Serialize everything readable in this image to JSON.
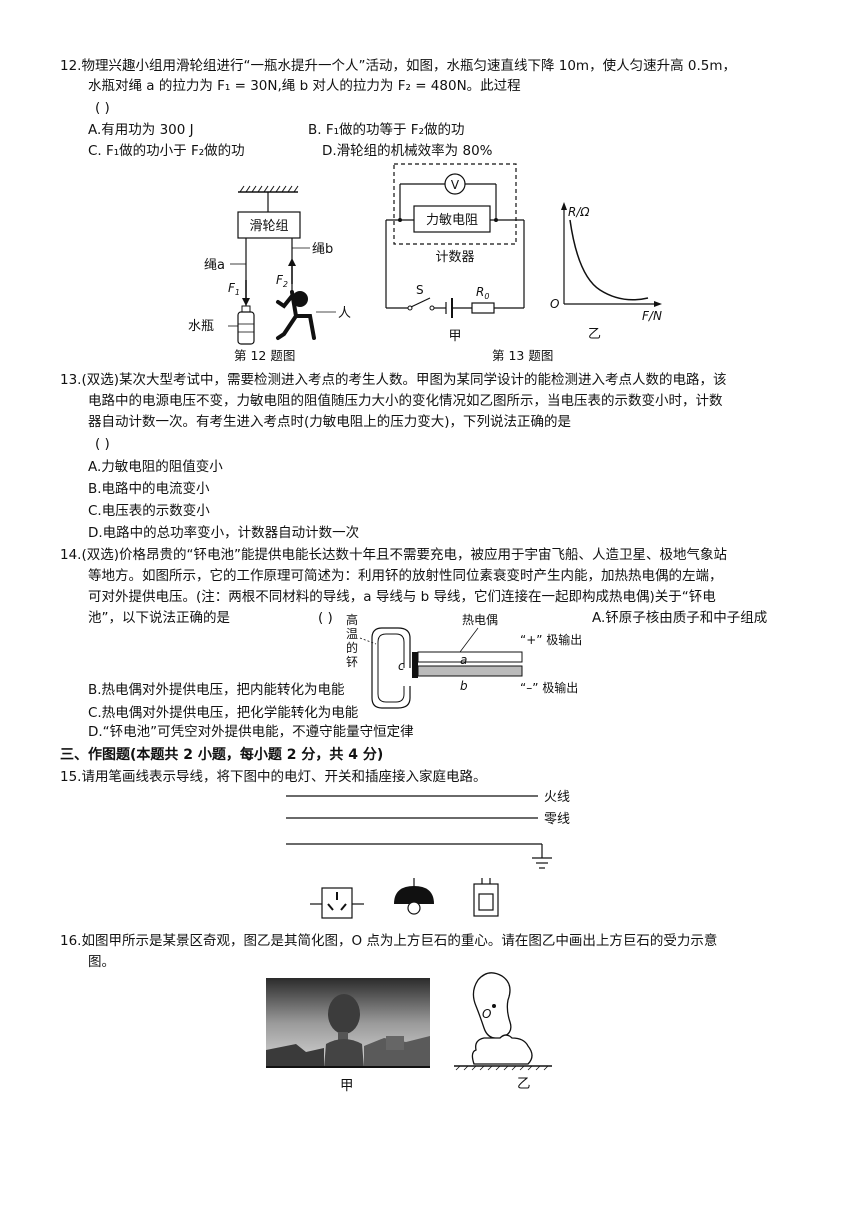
{
  "q12": {
    "stem_line1": "12.物理兴趣小组用滑轮组进行“一瓶水提升一个人”活动，如图，水瓶匀速直线下降 10m，使人匀速升高 0.5m，",
    "stem_line2": "水瓶对绳 a 的拉力为 F₁ = 30N,绳 b 对人的拉力为 F₂ = 480N。此过程",
    "paren": "(    )",
    "optA": "A.有用功为 300 J",
    "optB": "B. F₁做的功等于 F₂做的功",
    "optC": "C. F₁做的功小于 F₂做的功",
    "optD": "D.滑轮组的机械效率为 80%",
    "fig": {
      "pulley": "滑轮组",
      "rope_a": "绳a",
      "rope_b": "绳b",
      "f1": "F",
      "f1_sub": "1",
      "f2": "F",
      "f2_sub": "2",
      "bottle": "水瓶",
      "person": "人",
      "caption": "第 12 题图"
    }
  },
  "q13_fig": {
    "voltmeter": "V",
    "resistor": "力敏电阻",
    "counter": "计数器",
    "switch": "S",
    "r0": "R",
    "r0_sub": "0",
    "label_jia": "甲",
    "graph_y": "R/Ω",
    "graph_x": "F/N",
    "graph_o": "O",
    "label_yi": "乙",
    "caption": "第 13 题图"
  },
  "q13": {
    "line1": "13.(双选)某次大型考试中，需要检测进入考点的考生人数。甲图为某同学设计的能检测进入考点人数的电路，该",
    "line2": "电路中的电源电压不变，力敏电阻的阻值随压力大小的变化情况如乙图所示，当电压表的示数变小时，计数",
    "line3": "器自动计数一次。有考生进入考点时(力敏电阻上的压力变大)，下列说法正确的是",
    "paren": "(    )",
    "optA": "A.力敏电阻的阻值变小",
    "optB": "B.电路中的电流变小",
    "optC": "C.电压表的示数变小",
    "optD": "D.电路中的总功率变小，计数器自动计数一次"
  },
  "q14": {
    "line1": "14.(双选)价格昂贵的“钚电池”能提供电能长达数十年且不需要充电，被应用于宇宙飞船、人造卫星、极地气象站",
    "line2": "等地方。如图所示，它的工作原理可简述为：利用钚的放射性同位素衰变时产生内能，加热热电偶的左端，",
    "line3": "可对外提供电压。(注：两根不同材料的导线，a 导线与 b 导线，它们连接在一起即构成热电偶)关于“钚电",
    "line4": "池”，以下说法正确的是",
    "paren": "(    )",
    "optA": "A.钚原子核由质子和中子组成",
    "optB": "B.热电偶对外提供电压，把内能转化为电能",
    "optC": "C.热电偶对外提供电压，把化学能转化为电能",
    "optD": "D.“钚电池”可凭空对外提供电能，不遵守能量守恒定律",
    "fig": {
      "hot1": "高",
      "hot2": "温",
      "hot3": "的",
      "hot4": "钚",
      "thermo": "热电偶",
      "c": "c",
      "a": "a",
      "b": "b",
      "plus": "“+” 极输出",
      "minus": "“–” 极输出"
    }
  },
  "sec3": "三、作图题(本题共 2 小题，每小题 2 分，共 4 分)",
  "q15": {
    "stem": "15.请用笔画线表示导线，将下图中的电灯、开关和插座接入家庭电路。",
    "live": "火线",
    "neutral": "零线"
  },
  "q16": {
    "line1": "16.如图甲所示是某景区奇观，图乙是其简化图，O 点为上方巨石的重心。请在图乙中画出上方巨石的受力示意",
    "line2": "图。",
    "o_label": "O",
    "label_jia": "甲",
    "label_yi": "乙"
  }
}
